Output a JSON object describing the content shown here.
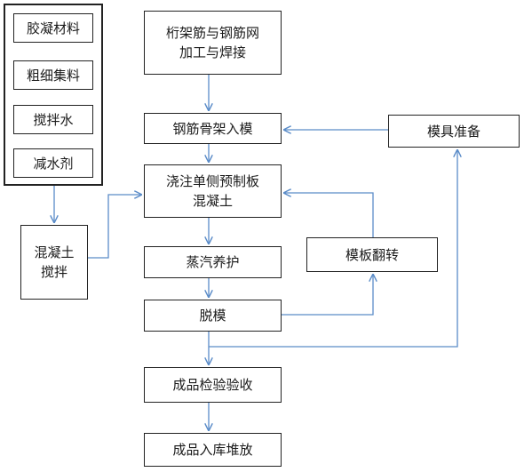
{
  "materials": [
    "胶凝材料",
    "粗细集料",
    "搅拌水",
    "减水剂"
  ],
  "nodes": {
    "truss_rebar": "桁架筋与钢筋网\n加工与焊接",
    "rebar_in_mold": "钢筋骨架入模",
    "mold_prep": "模具准备",
    "pour_concrete": "浇注单侧预制板\n混凝土",
    "concrete_mixing": "混凝土\n搅拌",
    "steam_curing": "蒸汽养护",
    "mold_flip": "模板翻转",
    "demold": "脱模",
    "inspection": "成品检验验收",
    "storage": "成品入库堆放"
  },
  "colors": {
    "arrow": "#5b8cc8",
    "border": "#222222"
  }
}
